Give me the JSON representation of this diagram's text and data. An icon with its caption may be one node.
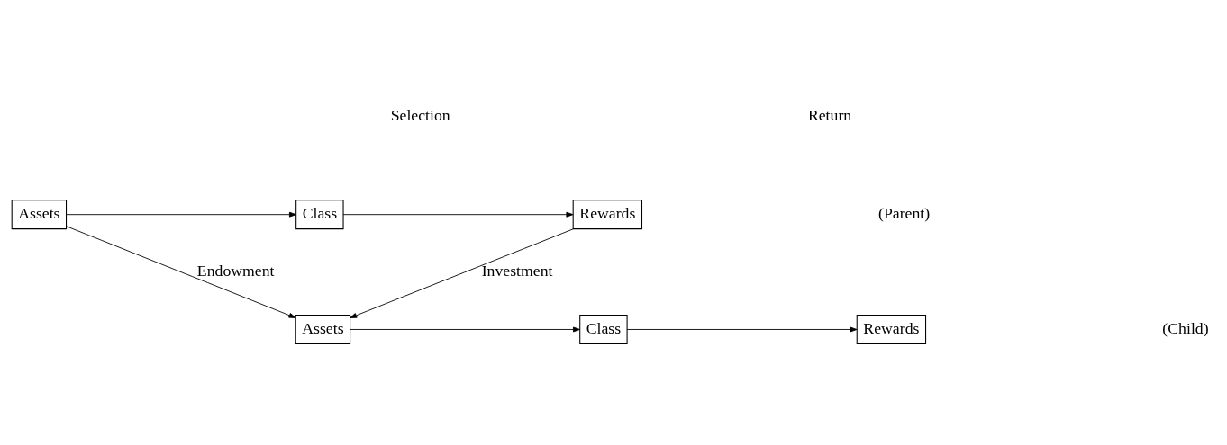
{
  "diagram": {
    "nodes": [
      {
        "text": [
          "Assets"
        ]
      },
      {
        "text": [
          "Class"
        ]
      },
      {
        "text": [
          "Rewards"
        ]
      },
      {
        "text": [
          "Assets"
        ]
      },
      {
        "text": [
          "Class"
        ]
      },
      {
        "text": [
          "Rewards"
        ]
      }
    ],
    "edges": [
      {
        "from": 0,
        "to": 1,
        "arrow": "to"
      },
      {
        "from": 1,
        "to": 2,
        "arrow": "to"
      },
      {
        "from": 0,
        "to": 3,
        "arrow": "to",
        "label": "Endowment"
      },
      {
        "from": 2,
        "to": 3,
        "arrow": "to",
        "label": "Investment"
      },
      {
        "from": 3,
        "to": 4,
        "arrow": "to"
      },
      {
        "from": 4,
        "to": 5,
        "arrow": "to"
      }
    ],
    "labels": [
      "Selection",
      "Return",
      "(Parent)",
      "(Child)"
    ]
  }
}
